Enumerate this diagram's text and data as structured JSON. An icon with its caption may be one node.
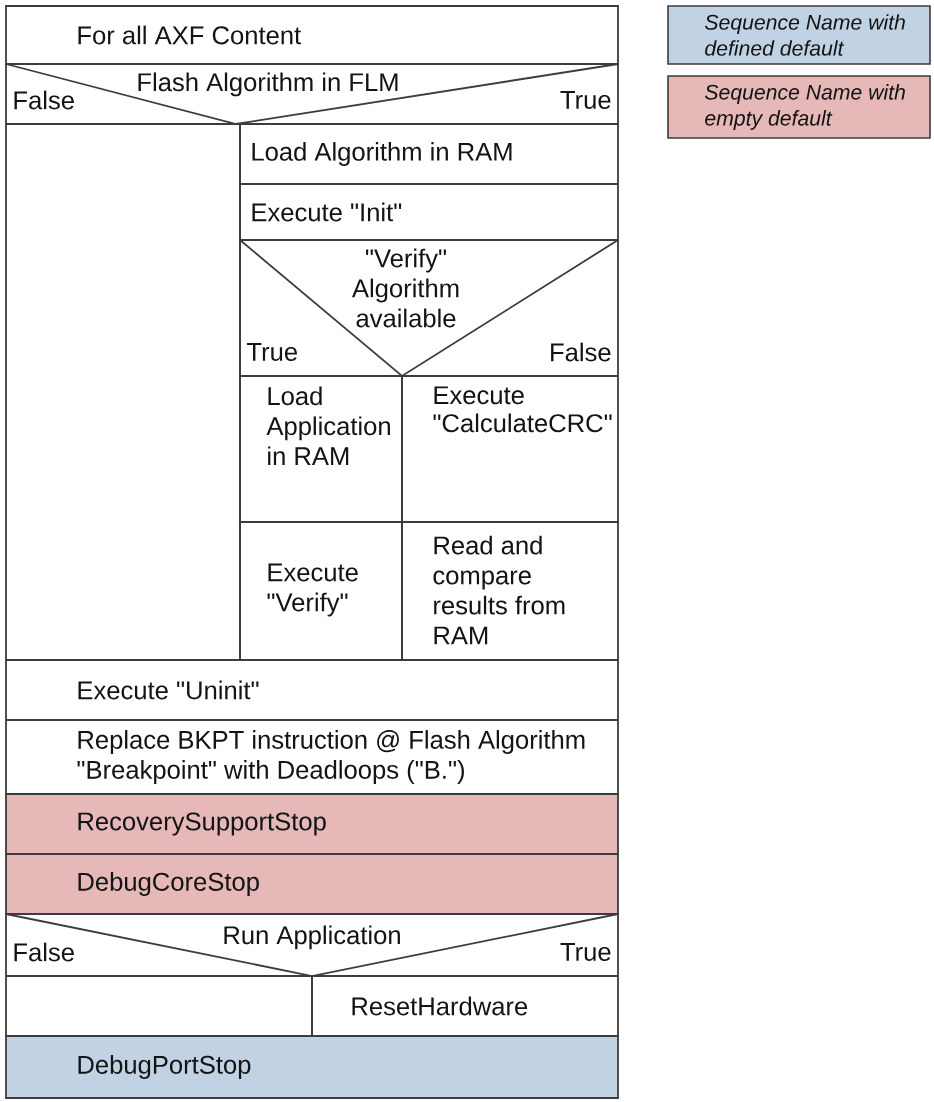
{
  "diagram": {
    "nodes": [
      {
        "text": [
          "For all AXF Content"
        ]
      },
      {
        "text": [
          "Flash Algorithm in FLM",
          "False",
          "True"
        ]
      },
      {
        "text": [],
        "shape": "box"
      },
      {
        "text": [
          "Load Algorithm in RAM"
        ]
      },
      {
        "text": [
          "Execute \"Init\""
        ]
      },
      {
        "text": [
          "\"Verify\" Algorithm available",
          "True",
          "False"
        ]
      },
      {
        "text": [
          "Load Application in RAM"
        ]
      },
      {
        "text": [
          "Execute \"CalculateCRC\""
        ]
      },
      {
        "text": [
          "Execute \"Verify\""
        ]
      },
      {
        "text": [
          "Read and compare results from RAM"
        ]
      },
      {
        "text": [
          "Execute \"Uninit\""
        ]
      },
      {
        "text": [
          "Replace BKPT instruction @ Flash Algorithm \"Breakpoint\" with Deadloops (\"B.\")"
        ]
      },
      {
        "text": [
          "RecoverySupportStop"
        ]
      },
      {
        "text": [
          "DebugCoreStop"
        ]
      },
      {
        "text": [
          "Run Application",
          "False",
          "True"
        ]
      },
      {
        "text": [],
        "shape": "box"
      },
      {
        "text": [
          "ResetHardware"
        ]
      },
      {
        "text": [
          "DebugPortStop"
        ]
      }
    ],
    "legend": [
      {
        "text": "Sequence Name with defined default",
        "color": "#c2d2e5"
      },
      {
        "text": "Sequence Name with empty default",
        "color": "#e6b9b8"
      }
    ]
  }
}
